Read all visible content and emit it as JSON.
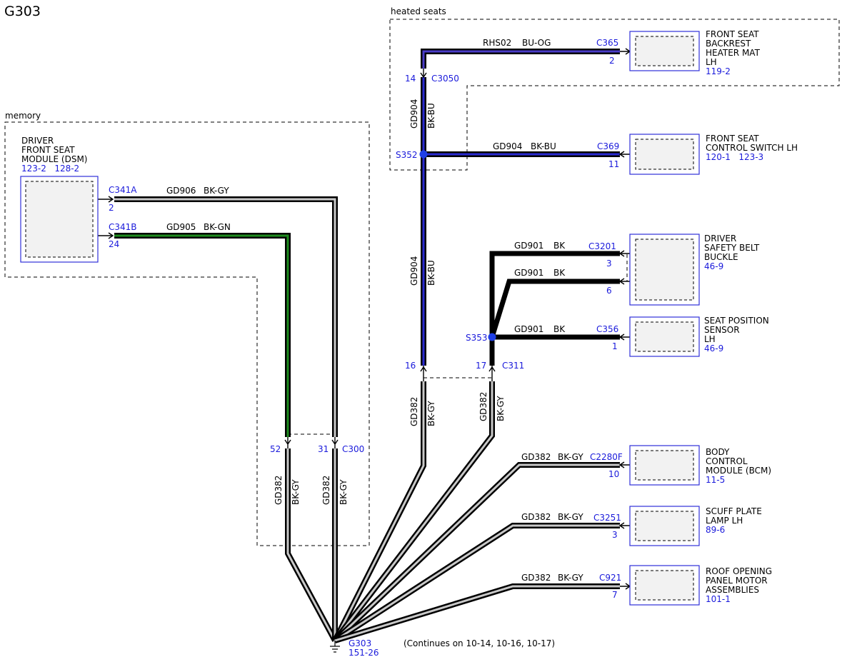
{
  "title": "G303",
  "regions": {
    "heated": "heated seats",
    "memory": "memory"
  },
  "colors": {
    "bk_gy": "#c8c8c8",
    "bk_gn": "#1e8c1e",
    "bk_bu": "#2a2ad0",
    "bu_og": "#4a3cc8",
    "splice": "#1f3fe6",
    "label_blue": "#1a1adb"
  },
  "components": {
    "dsm": {
      "lines": [
        "DRIVER",
        "FRONT SEAT",
        "MODULE (DSM)"
      ],
      "ref": "123-2   128-2"
    },
    "backrest": {
      "lines": [
        "FRONT SEAT",
        "BACKREST",
        "HEATER MAT",
        "LH"
      ],
      "ref": "119-2"
    },
    "control_switch": {
      "lines": [
        "FRONT SEAT",
        "CONTROL SWITCH LH"
      ],
      "ref": "120-1   123-3"
    },
    "belt_buckle": {
      "lines": [
        "DRIVER",
        "SAFETY BELT",
        "BUCKLE"
      ],
      "ref": "46-9"
    },
    "seat_sensor": {
      "lines": [
        "SEAT POSITION",
        "SENSOR",
        "LH"
      ],
      "ref": "46-9"
    },
    "bcm": {
      "lines": [
        "BODY",
        "CONTROL",
        "MODULE (BCM)"
      ],
      "ref": "11-5"
    },
    "scuff": {
      "lines": [
        "SCUFF PLATE",
        "LAMP LH"
      ],
      "ref": "89-6"
    },
    "roof": {
      "lines": [
        "ROOF OPENING",
        "PANEL MOTOR",
        "ASSEMBLIES"
      ],
      "ref": "101-1"
    }
  },
  "connectors": {
    "c341a": "C341A",
    "c341a_pin": "2",
    "c341b": "C341B",
    "c341b_pin": "24",
    "c365": "C365",
    "c365_pin": "2",
    "c369": "C369",
    "c369_pin": "11",
    "c3201": "C3201",
    "c3201_pin3": "3",
    "c3201_pin6": "6",
    "c356": "C356",
    "c356_pin": "1",
    "c2280f": "C2280F",
    "c2280f_pin": "10",
    "c3251": "C3251",
    "c3251_pin": "3",
    "c921": "C921",
    "c921_pin": "7",
    "c3050": "C3050",
    "c3050_pin": "14",
    "c311": "C311",
    "c311_pin16": "16",
    "c311_pin17": "17",
    "c300": "C300",
    "c300_pin52": "52",
    "c300_pin31": "31"
  },
  "splices": {
    "s352": "S352",
    "s353": "S353"
  },
  "wires": {
    "gd906": "GD906",
    "gd905": "GD905",
    "gd904": "GD904",
    "rhs02": "RHS02",
    "gd901": "GD901",
    "gd382": "GD382",
    "bk_gy": "BK-GY",
    "bk_gn": "BK-GN",
    "bk_bu": "BK-BU",
    "bu_og": "BU-OG",
    "bk": "BK"
  },
  "ground": {
    "name": "G303",
    "ref": "151-26",
    "note": "(Continues on 10-14, 10-16, 10-17)"
  }
}
